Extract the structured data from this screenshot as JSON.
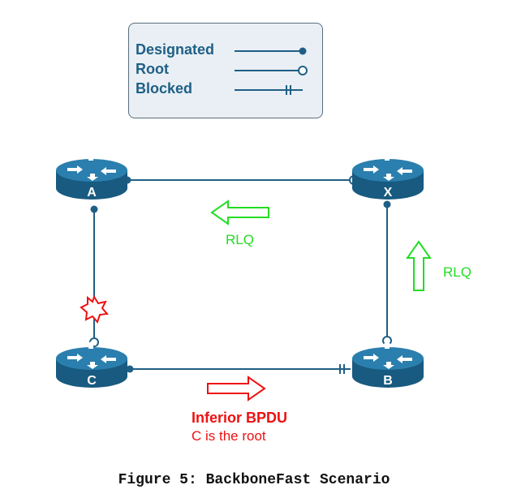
{
  "legend": {
    "designated": "Designated",
    "root": "Root",
    "blocked": "Blocked"
  },
  "routers": {
    "a": "A",
    "x": "X",
    "c": "C",
    "b": "B"
  },
  "annotations": {
    "rlq_top": "RLQ",
    "rlq_right": "RLQ",
    "inferior_bpdu": "Inferior BPDU",
    "c_is_root": "C is the root"
  },
  "caption": "Figure 5: BackboneFast Scenario",
  "colors": {
    "link": "#1f5f86",
    "router_body": "#1f6d96",
    "rlq_arrow": "#22dd22",
    "bpdu_arrow": "#ee1111"
  },
  "icons": [
    "router-icon",
    "designated-port-icon",
    "root-port-icon",
    "blocked-port-icon",
    "link-failure-icon"
  ]
}
